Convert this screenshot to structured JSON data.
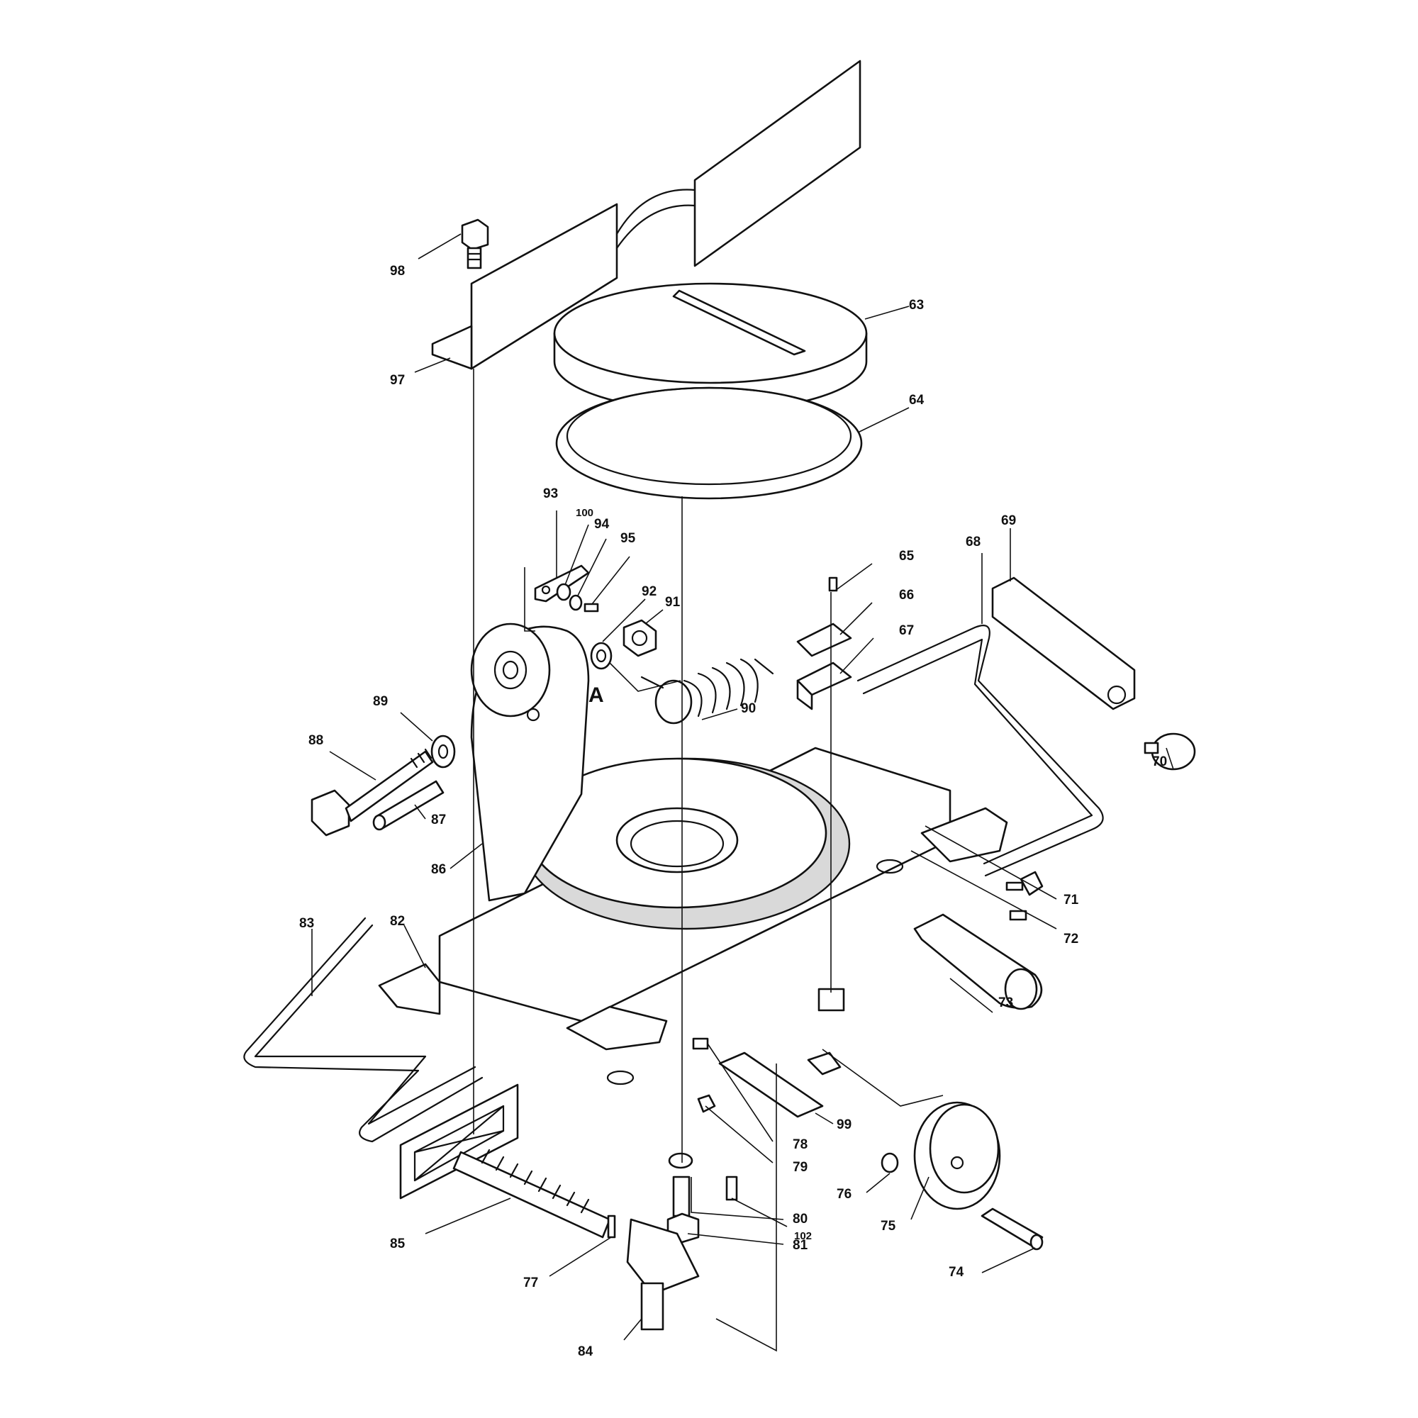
{
  "callouts": [
    {
      "id": "p63",
      "text": "63"
    },
    {
      "id": "p64",
      "text": "64"
    },
    {
      "id": "p65",
      "text": "65"
    },
    {
      "id": "p66",
      "text": "66"
    },
    {
      "id": "p67",
      "text": "67"
    },
    {
      "id": "p68",
      "text": "68"
    },
    {
      "id": "p69",
      "text": "69"
    },
    {
      "id": "p70",
      "text": "70"
    },
    {
      "id": "p71",
      "text": "71"
    },
    {
      "id": "p72",
      "text": "72"
    },
    {
      "id": "p73",
      "text": "73"
    },
    {
      "id": "p74",
      "text": "74"
    },
    {
      "id": "p75",
      "text": "75"
    },
    {
      "id": "p76",
      "text": "76"
    },
    {
      "id": "p77",
      "text": "77"
    },
    {
      "id": "p78",
      "text": "78"
    },
    {
      "id": "p79",
      "text": "79"
    },
    {
      "id": "p80",
      "text": "80"
    },
    {
      "id": "p81",
      "text": "81"
    },
    {
      "id": "p82",
      "text": "82"
    },
    {
      "id": "p83",
      "text": "83"
    },
    {
      "id": "p84",
      "text": "84"
    },
    {
      "id": "p85",
      "text": "85"
    },
    {
      "id": "p86",
      "text": "86"
    },
    {
      "id": "p87",
      "text": "87"
    },
    {
      "id": "p88",
      "text": "88"
    },
    {
      "id": "p89",
      "text": "89"
    },
    {
      "id": "p90",
      "text": "90"
    },
    {
      "id": "p91",
      "text": "91"
    },
    {
      "id": "p92",
      "text": "92"
    },
    {
      "id": "p93",
      "text": "93"
    },
    {
      "id": "p94",
      "text": "94"
    },
    {
      "id": "p95",
      "text": "95"
    },
    {
      "id": "p97",
      "text": "97"
    },
    {
      "id": "p98",
      "text": "98"
    },
    {
      "id": "p99",
      "text": "99"
    },
    {
      "id": "p100",
      "text": "100"
    },
    {
      "id": "p102",
      "text": "102"
    }
  ],
  "detail_marker": "A"
}
